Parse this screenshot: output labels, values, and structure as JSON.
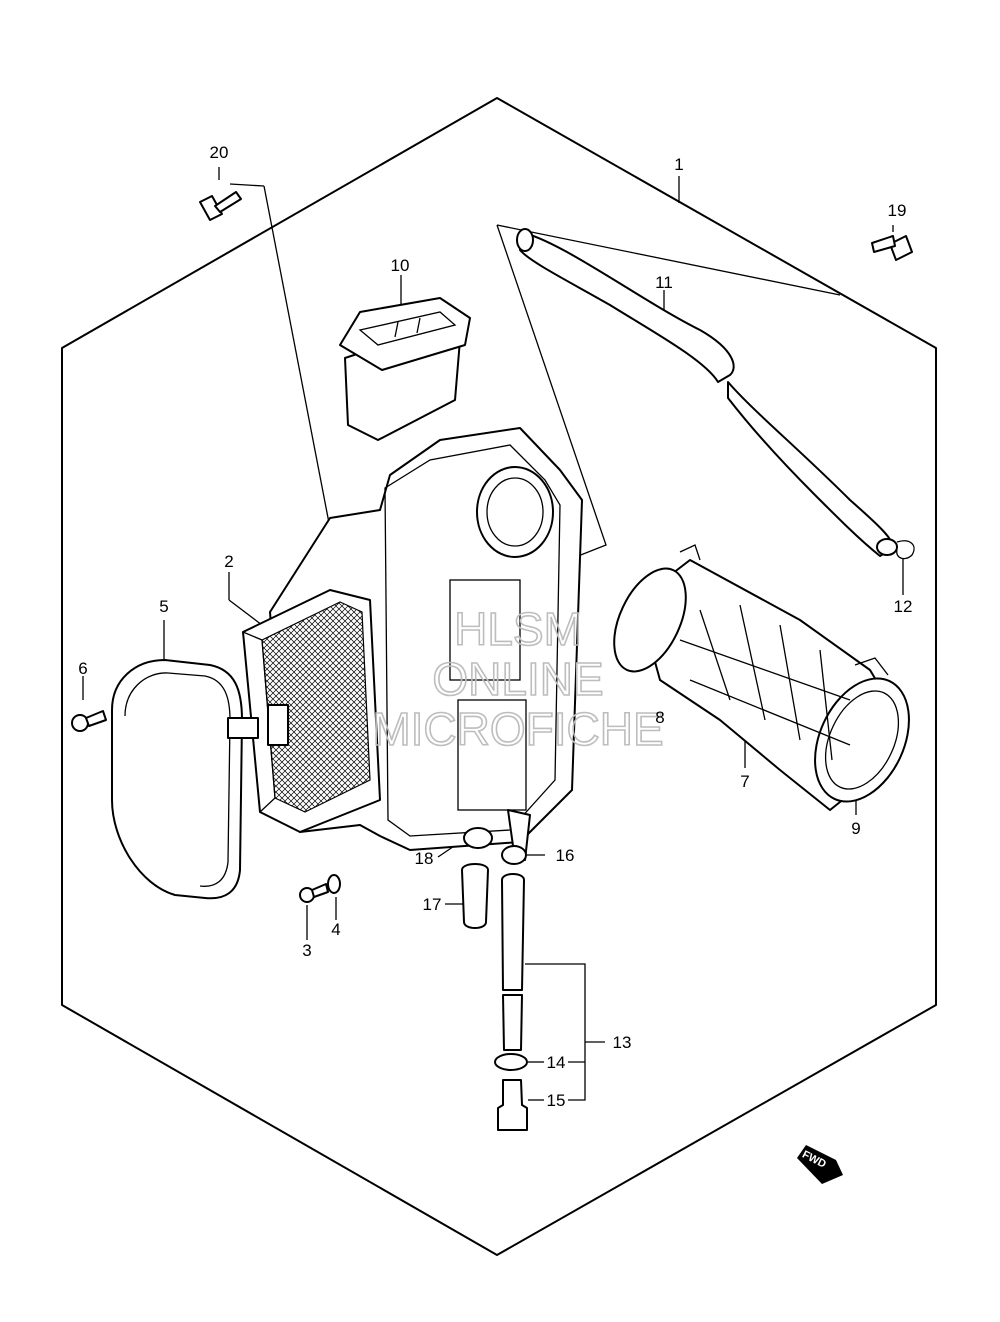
{
  "diagram": {
    "callouts": {
      "c1": "1",
      "c2": "2",
      "c3": "3",
      "c4": "4",
      "c5": "5",
      "c6": "6",
      "c7": "7",
      "c8": "8",
      "c9": "9",
      "c10": "10",
      "c11": "11",
      "c12": "12",
      "c13": "13",
      "c14": "14",
      "c15": "15",
      "c16": "16",
      "c17": "17",
      "c18": "18",
      "c19": "19",
      "c20": "20"
    },
    "watermark": {
      "line1": "HLSM",
      "line2": "ONLINE",
      "line3": "MICROFICHE"
    },
    "direction_marker": "FWD"
  }
}
